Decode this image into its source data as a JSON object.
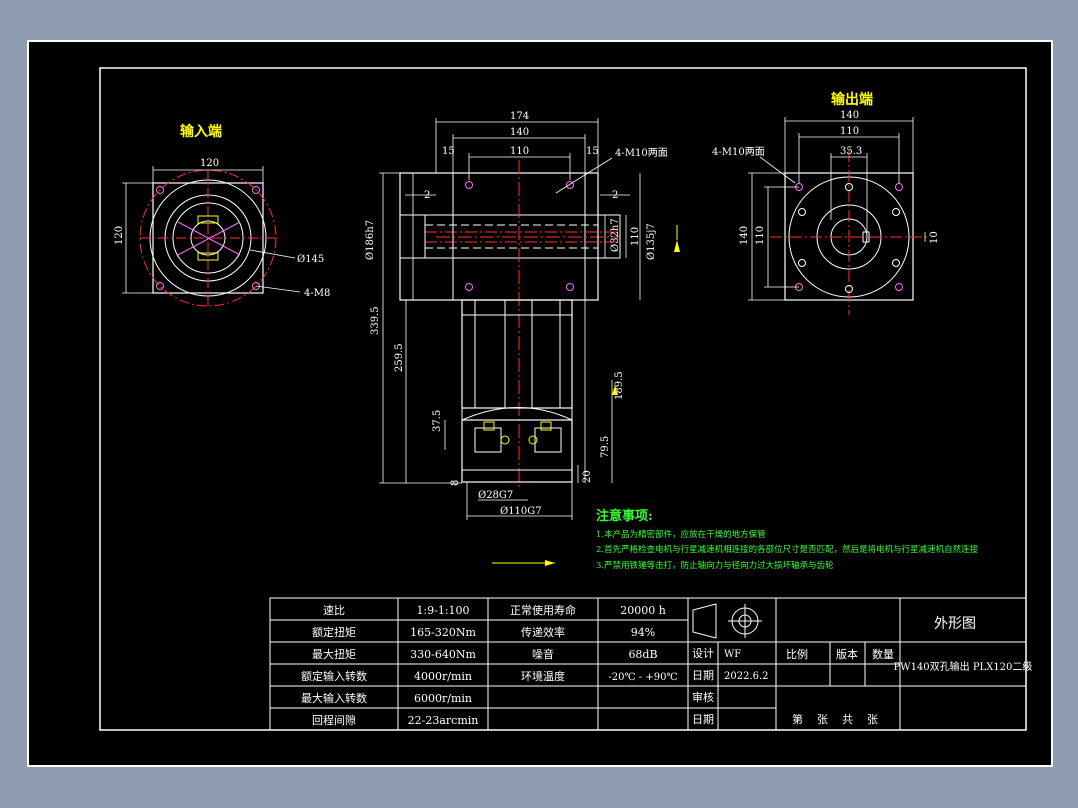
{
  "views": {
    "input_title": "输入端",
    "output_title": "输出端"
  },
  "input_view": {
    "dim_width": "120",
    "dim_height": "120",
    "dim_circle": "Ø145",
    "dim_holes": "4-M8"
  },
  "front_view": {
    "dim_174": "174",
    "dim_140": "140",
    "dim_110": "110",
    "dim_15_left": "15",
    "dim_15_right": "15",
    "dim_thread": "4-M10两面",
    "dim_2_left": "2",
    "dim_2_right": "2",
    "dim_d186": "Ø186h7",
    "dim_d32": "Ø32h7",
    "dim_110_side": "110",
    "dim_d135": "Ø135j7",
    "dim_339": "339.5",
    "dim_259": "259.5",
    "dim_37": "37.5",
    "dim_189": "189.5",
    "dim_79": "79.5",
    "dim_8": "8",
    "dim_20": "20",
    "dim_d28": "Ø28G7",
    "dim_d110": "Ø110G7"
  },
  "output_view": {
    "dim_140": "140",
    "dim_110": "110",
    "dim_35": "35.3",
    "dim_thread": "4-M10两面",
    "dim_140_side": "140",
    "dim_110_side": "110",
    "dim_10": "10"
  },
  "notes": {
    "title": "注意事项:",
    "items": [
      "1.本产品为精密部件，应放在干燥的地方保管",
      "2.首先严格检查电机与行星减速机相连接的各部位尺寸是否匹配，然后是将电机与行星减速机自然连接",
      "3.严禁用铁锤等击打，防止轴向力与径向力过大损坏轴承与齿轮"
    ]
  },
  "spec_table": {
    "rows": [
      [
        "速比",
        "1:9-1:100",
        "正常使用寿命",
        "20000 h"
      ],
      [
        "额定扭矩",
        "165-320Nm",
        "传递效率",
        "94%"
      ],
      [
        "最大扭矩",
        "330-640Nm",
        "噪音",
        "68dB"
      ],
      [
        "额定输入转数",
        "4000r/min",
        "环境温度",
        "-20℃ - +90℃"
      ],
      [
        "最大输入转数",
        "6000r/min",
        "",
        ""
      ],
      [
        "回程间隙",
        "22-23arcmin",
        "",
        ""
      ]
    ]
  },
  "title_block": {
    "drawing_name": "外形图",
    "model": "PW140双孔输出 PLX120二级",
    "design_label": "设计",
    "design_value": "WF",
    "date_label": "日期",
    "date_value": "2022.6.2",
    "review_label": "审核",
    "date2_label": "日期",
    "scale_label": "比例",
    "version_label": "版本",
    "qty_label": "数量",
    "sheet_info": "第    张    共    张"
  }
}
